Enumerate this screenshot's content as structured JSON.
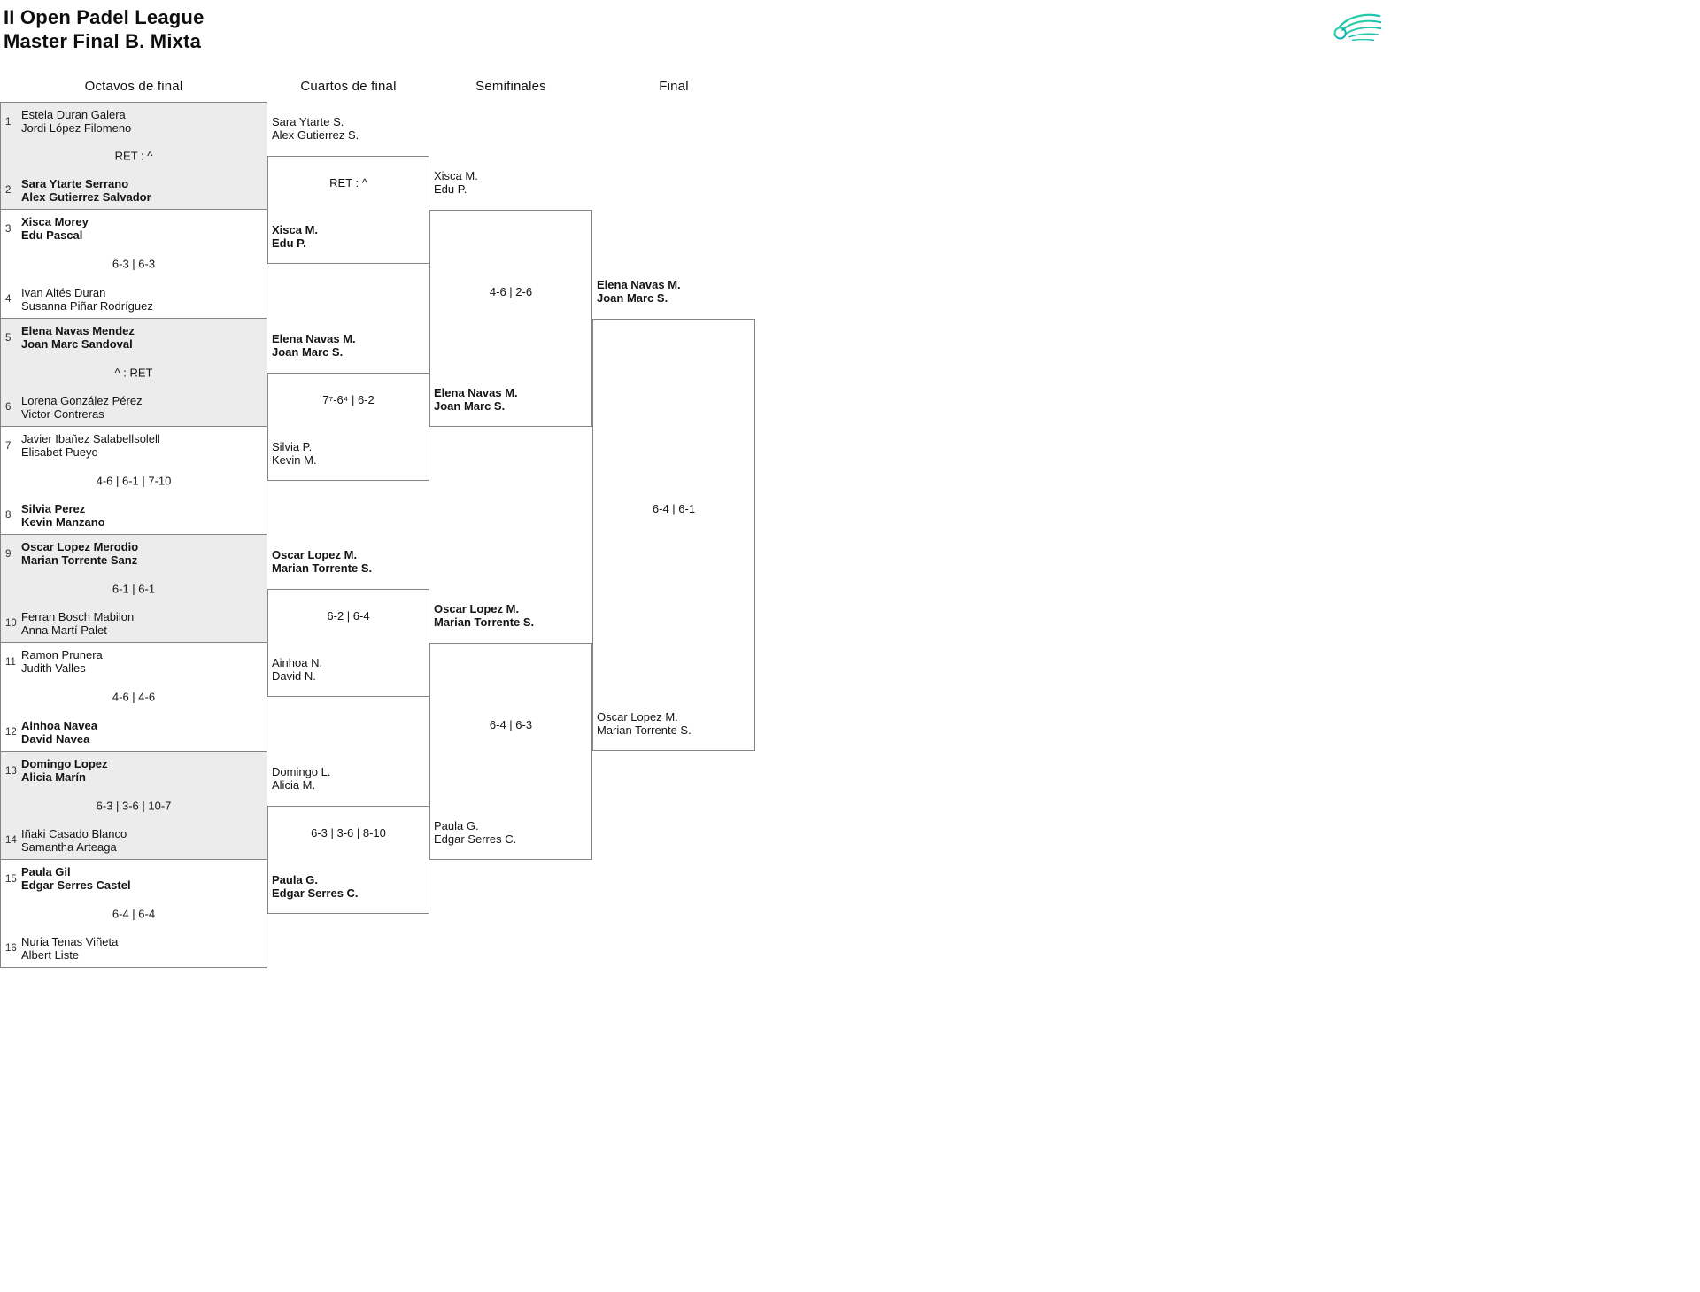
{
  "header": {
    "title_line1": "II Open Padel League",
    "title_line2": "Master Final B. Mixta",
    "logo_icon": "padel-swoosh-logo",
    "logo_color_start": "#35d89f",
    "logo_color_end": "#00a9bb"
  },
  "round_headers": {
    "r16": "Octavos de final",
    "qf": "Cuartos de final",
    "sf": "Semifinales",
    "final": "Final"
  },
  "colors": {
    "shaded_match_bg": "#ececec",
    "border": "#848484",
    "text": "#141414"
  },
  "r16": [
    {
      "seed_top": "1",
      "team_top": [
        "Estela Duran Galera",
        "Jordi López Filomeno"
      ],
      "score": "RET : ^",
      "seed_bottom": "2",
      "team_bottom": [
        "Sara Ytarte Serrano",
        "Alex Gutierrez Salvador"
      ],
      "winner": "bottom"
    },
    {
      "seed_top": "3",
      "team_top": [
        "Xisca Morey",
        "Edu Pascal"
      ],
      "score": "6-3 | 6-3",
      "seed_bottom": "4",
      "team_bottom": [
        "Ivan Altés Duran",
        "Susanna Piñar Rodríguez"
      ],
      "winner": "top"
    },
    {
      "seed_top": "5",
      "team_top": [
        "Elena Navas Mendez",
        "Joan Marc Sandoval"
      ],
      "score": "^ : RET",
      "seed_bottom": "6",
      "team_bottom": [
        "Lorena González Pérez",
        "Victor Contreras"
      ],
      "winner": "top"
    },
    {
      "seed_top": "7",
      "team_top": [
        "Javier Ibañez Salabellsolell",
        "Elisabet Pueyo"
      ],
      "score": "4-6 | 6-1 | 7-10",
      "seed_bottom": "8",
      "team_bottom": [
        "Silvia Perez",
        "Kevin Manzano"
      ],
      "winner": "bottom"
    },
    {
      "seed_top": "9",
      "team_top": [
        "Oscar Lopez Merodio",
        "Marian Torrente Sanz"
      ],
      "score": "6-1 | 6-1",
      "seed_bottom": "10",
      "team_bottom": [
        "Ferran Bosch Mabilon",
        "Anna Martí Palet"
      ],
      "winner": "top"
    },
    {
      "seed_top": "11",
      "team_top": [
        "Ramon Prunera",
        "Judith Valles"
      ],
      "score": "4-6 | 4-6",
      "seed_bottom": "12",
      "team_bottom": [
        "Ainhoa Navea",
        "David Navea"
      ],
      "winner": "bottom"
    },
    {
      "seed_top": "13",
      "team_top": [
        "Domingo Lopez",
        "Alicia Marín"
      ],
      "score": "6-3 | 3-6 | 10-7",
      "seed_bottom": "14",
      "team_bottom": [
        "Iñaki Casado Blanco",
        "Samantha Arteaga"
      ],
      "winner": "top"
    },
    {
      "seed_top": "15",
      "team_top": [
        "Paula Gil",
        "Edgar Serres Castel"
      ],
      "score": "6-4 | 6-4",
      "seed_bottom": "16",
      "team_bottom": [
        "Nuria Tenas Viñeta",
        "Albert Liste"
      ],
      "winner": "top"
    }
  ],
  "qf": [
    {
      "team_top": [
        "Sara Ytarte S.",
        "Alex Gutierrez S."
      ],
      "score": "RET : ^",
      "team_bottom": [
        "Xisca M.",
        "Edu P."
      ],
      "winner": "bottom"
    },
    {
      "team_top": [
        "Elena Navas M.",
        "Joan Marc S."
      ],
      "score": "7⁷-6⁴ | 6-2",
      "team_bottom": [
        "Silvia P.",
        "Kevin M."
      ],
      "winner": "top"
    },
    {
      "team_top": [
        "Oscar Lopez M.",
        "Marian Torrente S."
      ],
      "score": "6-2 | 6-4",
      "team_bottom": [
        "Ainhoa N.",
        "David N."
      ],
      "winner": "top"
    },
    {
      "team_top": [
        "Domingo L.",
        "Alicia M."
      ],
      "score": "6-3 | 3-6 | 8-10",
      "team_bottom": [
        "Paula G.",
        "Edgar Serres C."
      ],
      "winner": "bottom"
    }
  ],
  "sf": [
    {
      "team_top": [
        "Xisca M.",
        "Edu P."
      ],
      "score": "4-6 | 2-6",
      "team_bottom": [
        "Elena Navas M.",
        "Joan Marc S."
      ],
      "winner": "bottom"
    },
    {
      "team_top": [
        "Oscar Lopez M.",
        "Marian Torrente S."
      ],
      "score": "6-4 | 6-3",
      "team_bottom": [
        "Paula G.",
        "Edgar Serres C."
      ],
      "winner": "top"
    }
  ],
  "final": {
    "team_top": [
      "Elena Navas M.",
      "Joan Marc S."
    ],
    "score": "6-4 | 6-1",
    "team_bottom": [
      "Oscar Lopez M.",
      "Marian Torrente S."
    ],
    "winner": "top"
  }
}
